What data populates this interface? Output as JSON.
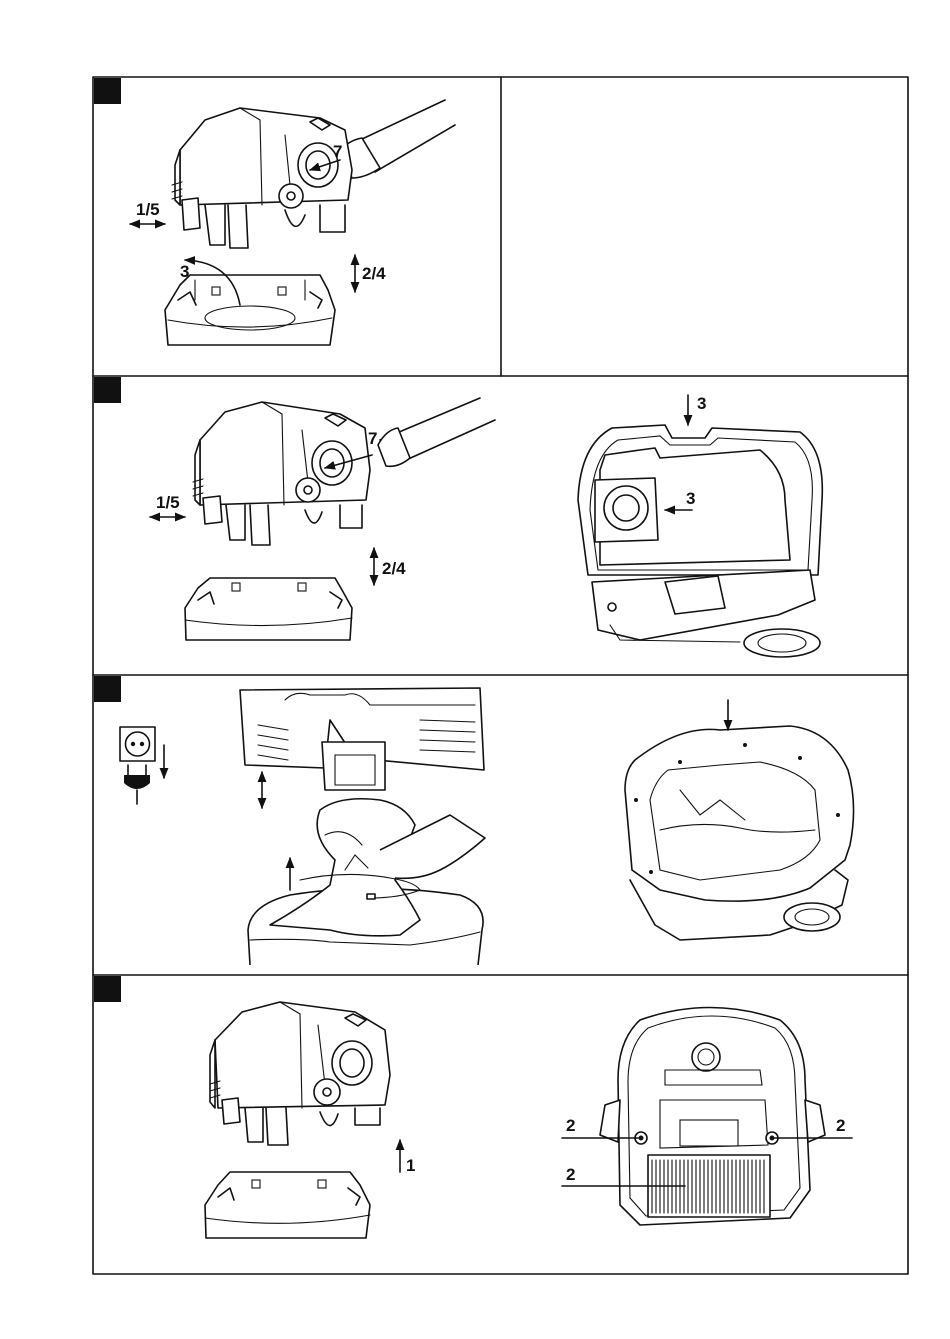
{
  "steps": [
    {
      "panels": [
        {
          "labels": {
            "arm_left": "1/5",
            "hose_tube": "7",
            "swing": "3",
            "lift": "2/4"
          }
        },
        {
          "labels": {}
        }
      ]
    },
    {
      "panels": [
        {
          "labels": {
            "arm_left": "1/5",
            "hose_tube": "7",
            "lift": "2/4"
          }
        },
        {
          "labels": {
            "top_arrow": "3",
            "bag_arrow": "3"
          }
        }
      ]
    },
    {
      "panels": [
        {
          "icons": [
            "socket-icon",
            "plug-icon"
          ]
        },
        {
          "labels": {}
        }
      ]
    },
    {
      "panels": [
        {
          "labels": {
            "lift": "1"
          }
        },
        {
          "labels": {
            "screw_left": "2",
            "screw_right": "2",
            "filter": "2"
          }
        }
      ]
    }
  ]
}
